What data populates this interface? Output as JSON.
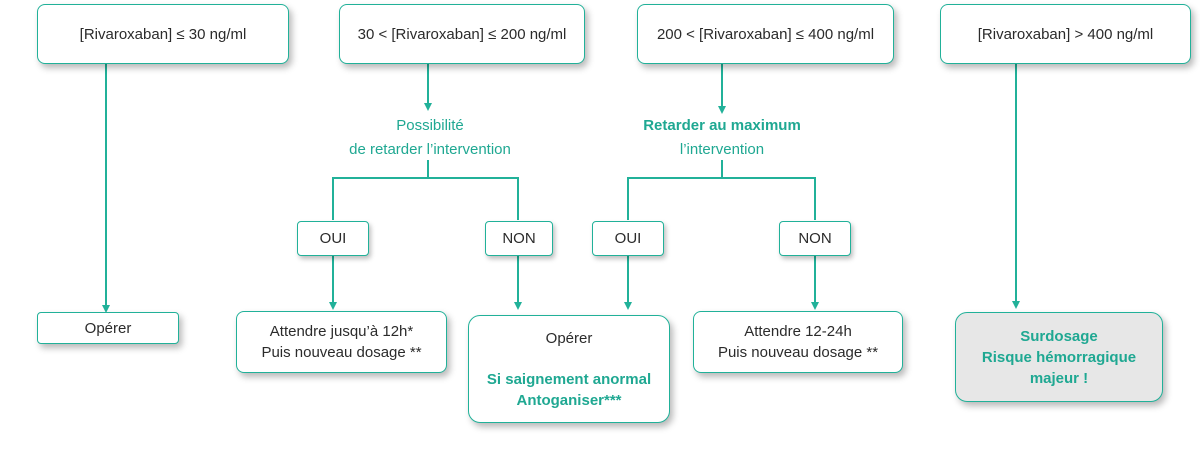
{
  "colors": {
    "accent": "#21b199",
    "text": "#2b2b2b",
    "danger_fill": "#e7e7e7"
  },
  "headers": [
    "[Rivaroxaban] ≤ 30 ng/ml",
    "30 < [Rivaroxaban] ≤ 200 ng/ml",
    "200 < [Rivaroxaban] ≤ 400 ng/ml",
    "[Rivaroxaban] > 400 ng/ml"
  ],
  "decisions": {
    "possibility": {
      "line1": "Possibilité",
      "line2": "de retarder l’intervention"
    },
    "delay_max": {
      "line1": "Retarder au maximum",
      "line2": "l’intervention"
    }
  },
  "choices": {
    "yes": "OUI",
    "no": "NON"
  },
  "outcomes": {
    "operate_low": "Opérer",
    "wait_12h": {
      "line1": "Attendre jusqu’à 12h*",
      "line2": "Puis nouveau dosage **"
    },
    "operate_mid": {
      "line1": "Opérer",
      "line2": "Si saignement anormal",
      "line3": "Antoganiser***"
    },
    "wait_12_24h": {
      "line1": "Attendre 12-24h",
      "line2": "Puis nouveau dosage **"
    },
    "overdose": {
      "line1": "Surdosage",
      "line2": "Risque hémorragique",
      "line3": "majeur !"
    }
  }
}
